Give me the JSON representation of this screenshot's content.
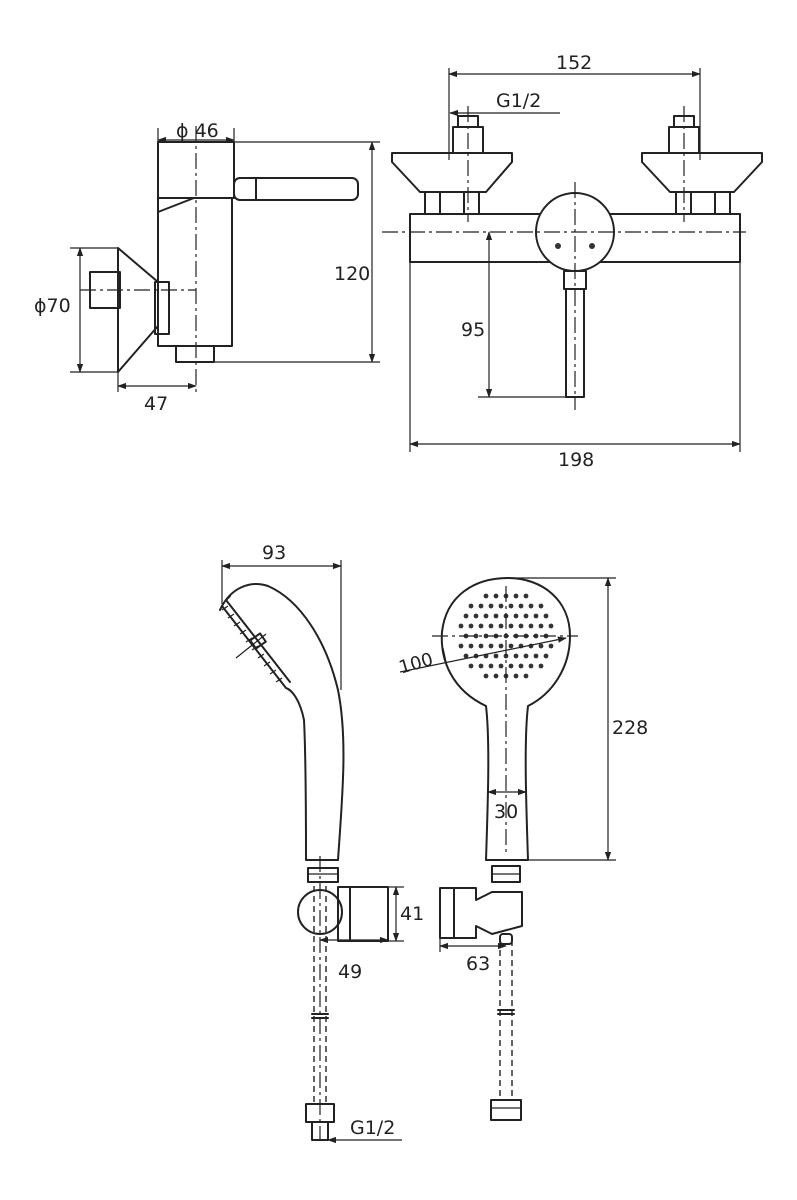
{
  "colors": {
    "line": "#222222",
    "background": "#ffffff"
  },
  "labels": {
    "side_view": {
      "d46": "ϕ 46",
      "d70": "ϕ70",
      "h120": "120",
      "w47": "47"
    },
    "front_view": {
      "w152": "152",
      "g12": "G1/2",
      "h95": "95",
      "w198": "198"
    },
    "handshower_side": {
      "w93": "93",
      "h41": "41",
      "w49": "49",
      "g12": "G1/2"
    },
    "handshower_front": {
      "d100": "100",
      "h228": "228",
      "w30": "30",
      "w63": "63"
    }
  }
}
